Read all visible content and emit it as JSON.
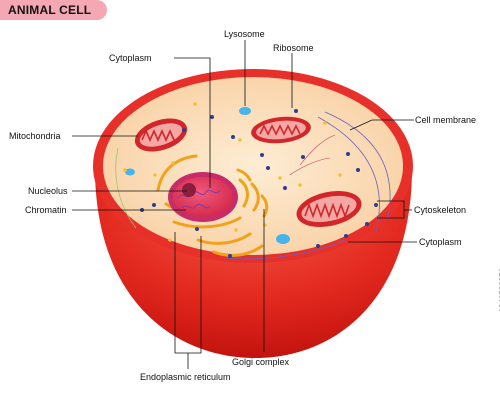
{
  "title": "ANIMAL CELL",
  "labels": {
    "lysosome": "Lysosome",
    "ribosome": "Ribosome",
    "cytoplasm_top": "Cytoplasm",
    "cell_membrane": "Cell membrane",
    "mitochondria": "Mitochondria",
    "nucleolus": "Nucleolus",
    "chromatin": "Chromatin",
    "cytoskeleton": "Cytoskeleton",
    "cytoplasm_right": "Cytoplasm",
    "golgi_complex": "Golgi complex",
    "endoplasmic_reticulum": "Endoplasmic reticulum"
  },
  "image_id": "1840588376",
  "colors": {
    "title_pill": "#f4a8b4",
    "cell_outer": "#e8231f",
    "cytoplasm": "#fde6c4",
    "mitochondria": "#d2262b",
    "golgi": "#f0a21b",
    "lysosome": "#44b4ec",
    "ribosome": "#2d3d93"
  }
}
